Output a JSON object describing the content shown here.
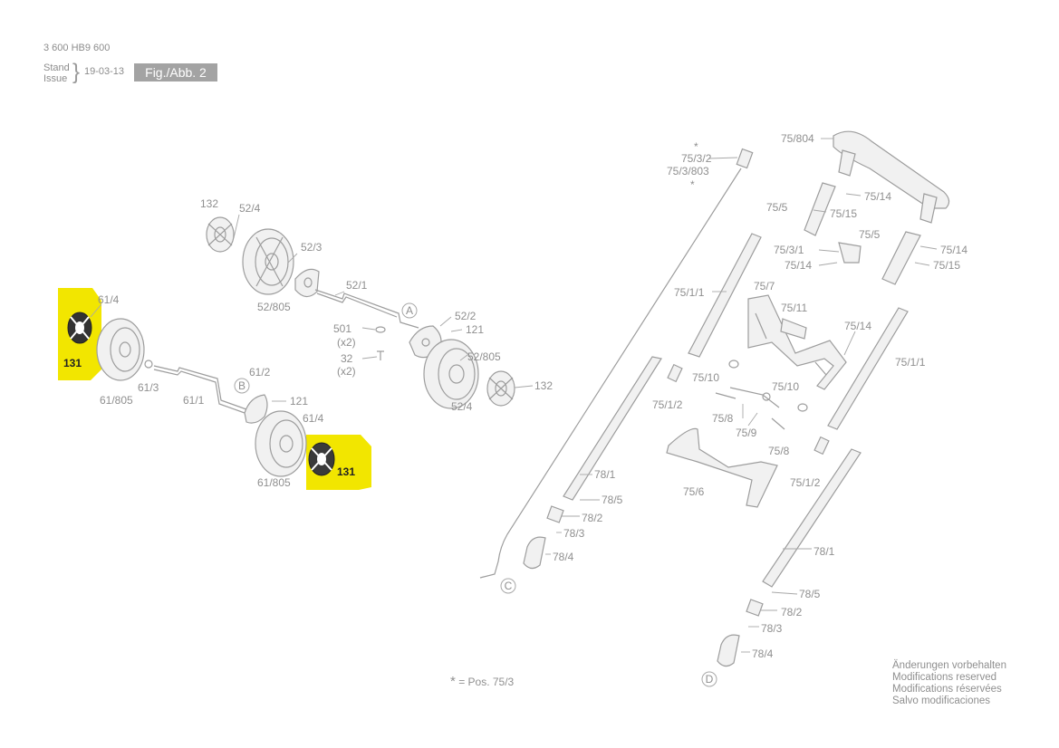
{
  "header": {
    "doc_number": "3 600 HB9 600",
    "stand_label": "Stand",
    "issue_label": "Issue",
    "date": "19-03-13",
    "figure": "Fig./Abb. 2"
  },
  "footer": {
    "star_note": "= Pos. 75/3",
    "notes": [
      "Änderungen vorbehalten",
      "Modifications reserved",
      "Modifications réservées",
      "Salvo modificaciones"
    ]
  },
  "circle_markers": [
    "A",
    "B",
    "C",
    "D"
  ],
  "labels": {
    "l132a": "132",
    "l524a": "52/4",
    "l523": "52/3",
    "l52805a": "52/805",
    "l521": "52/1",
    "l522": "52/2",
    "l121a": "121",
    "l501": "501",
    "lx2a": "(x2)",
    "l32": "32",
    "lx2b": "(x2)",
    "l52805b": "52/805",
    "l132b": "132",
    "l524b": "52/4",
    "l614a": "61/4",
    "l131a": "131",
    "l61805a": "61/805",
    "l613": "61/3",
    "l611": "61/1",
    "l612": "61/2",
    "l121b": "121",
    "l614b": "61/4",
    "l131b": "131",
    "l61805b": "61/805",
    "l7532": "75/3/2",
    "l753803": "75/3/803",
    "l75804": "75/804",
    "l7514a": "75/14",
    "l755a": "75/5",
    "l7515a": "75/15",
    "l755b": "75/5",
    "l7531": "75/3/1",
    "l7514b": "75/14",
    "l7514c": "75/14",
    "l7515b": "75/15",
    "l7511a": "75/1/1",
    "l757": "75/7",
    "l7511": "75/11",
    "l7514d": "75/14",
    "l7511b": "75/1/1",
    "l7510a": "75/10",
    "l7510b": "75/10",
    "l7512a": "75/1/2",
    "l758a": "75/8",
    "l759": "75/9",
    "l758b": "75/8",
    "l7512b": "75/1/2",
    "l756": "75/6",
    "l781a": "78/1",
    "l785a": "78/5",
    "l782a": "78/2",
    "l783a": "78/3",
    "l784a": "78/4",
    "l781b": "78/1",
    "l785b": "78/5",
    "l782b": "78/2",
    "l783b": "78/3",
    "l784b": "78/4"
  },
  "colors": {
    "highlight": "#f2e600",
    "line": "#9d9d9d",
    "text": "#8f8f8f"
  }
}
